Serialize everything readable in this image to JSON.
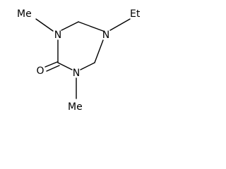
{
  "molecule": {
    "atoms": {
      "n1": "N",
      "n3": "N",
      "n5": "N",
      "o": "O"
    },
    "groups": {
      "n1_methyl": "Me",
      "n3_methyl": "Me",
      "n5_ethyl": "Et"
    }
  }
}
